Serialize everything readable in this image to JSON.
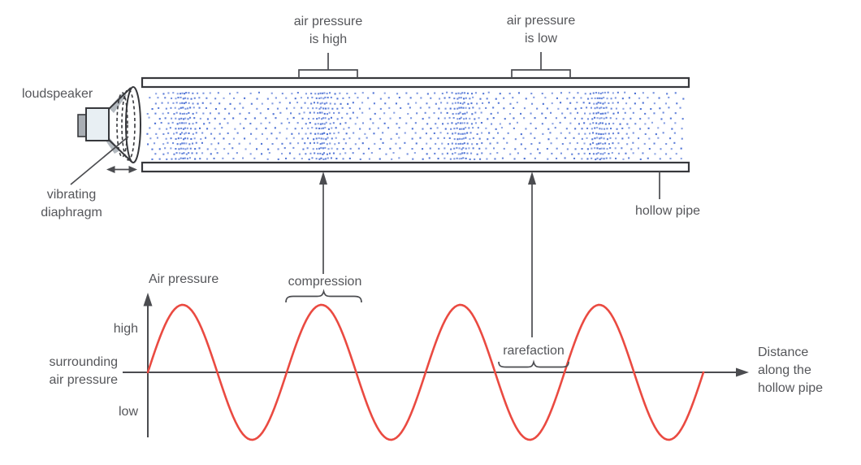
{
  "colors": {
    "text": "#55565a",
    "line": "#4b4c50",
    "dark": "#37383c",
    "wave": "#ea4a41",
    "dots": "#4a6fd4",
    "speaker_fill": "#e8eff3",
    "speaker_rear": "#a9aeb4"
  },
  "pipe_section": {
    "label_air_high": [
      "air pressure",
      "is high"
    ],
    "label_air_low": [
      "air pressure",
      "is low"
    ],
    "label_loudspeaker": "loudspeaker",
    "label_vibrating_diaphragm": [
      "vibrating",
      "diaphragm"
    ],
    "label_hollow_pipe": "hollow pipe",
    "molecule_pattern": "dense dot columns (compressions) alternate with sparse columns (rarefactions); compressions align with wave crests below"
  },
  "graph_section": {
    "axis_title_y": "Air pressure",
    "tick_high": "high",
    "tick_low": "low",
    "label_surrounding": [
      "surrounding",
      "air pressure"
    ],
    "label_compression": "compression",
    "label_rarefaction": "rarefaction",
    "axis_title_x": [
      "Distance",
      "along the",
      "hollow pipe"
    ]
  },
  "chart_data": {
    "type": "line",
    "title": "",
    "xlabel": "Distance along the hollow pipe",
    "ylabel": "Air pressure",
    "grid": false,
    "legend_position": "none",
    "x_axis": {
      "numeric_ticks": [],
      "arrow_at_end": true
    },
    "y_axis": {
      "arrow_at_end": true,
      "ticks": [
        {
          "label": "high",
          "value": 1
        },
        {
          "label": "surrounding air pressure",
          "value": 0
        },
        {
          "label": "low",
          "value": -1
        }
      ]
    },
    "series": [
      {
        "name": "air pressure along pipe",
        "shape": "sine",
        "cycles": 4,
        "amplitude": 1,
        "start": "rising zero-crossing at origin",
        "color": "#ea4a41"
      }
    ],
    "annotations": [
      {
        "label": "compression",
        "position": "second crest (cycle 1.25)",
        "pressure": "high"
      },
      {
        "label": "rarefaction",
        "position": "third trough (cycle 2.75)",
        "pressure": "low"
      }
    ]
  }
}
